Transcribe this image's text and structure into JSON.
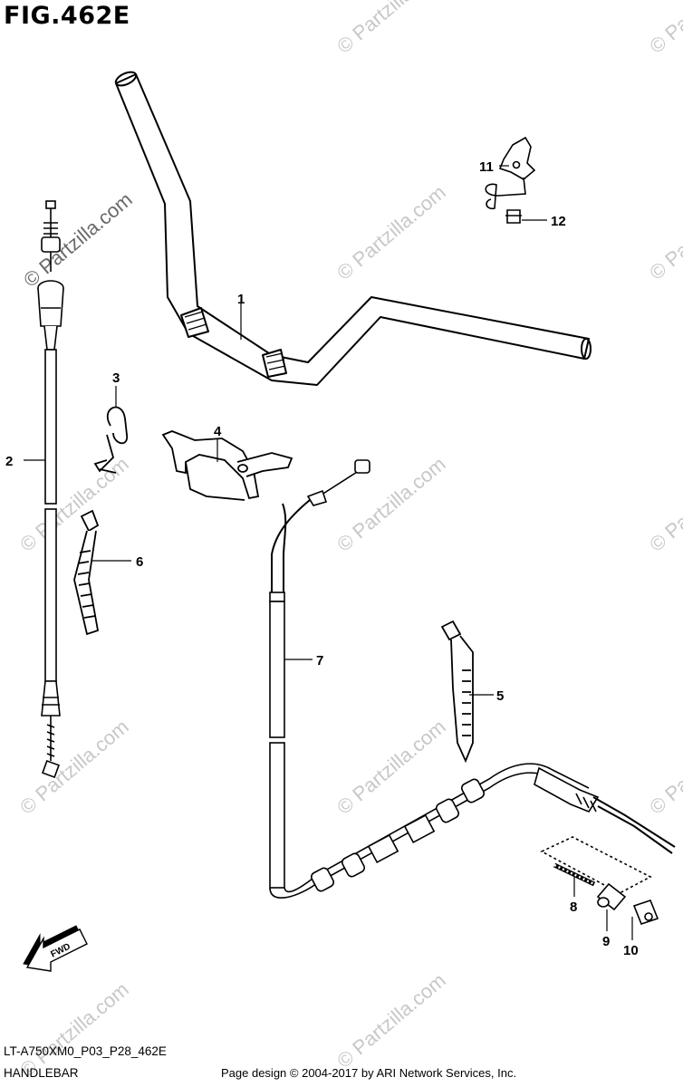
{
  "figure": {
    "title": "FIG.462E"
  },
  "footer": {
    "model_code": "LT-A750XM0_P03_P28_462E",
    "section_name": "HANDLEBAR",
    "copyright": "Page design © 2004-2017 by ARI Network Services, Inc."
  },
  "watermark": {
    "text": "© Partzilla.com"
  },
  "direction_arrow": {
    "label": "FWD"
  },
  "callouts": [
    {
      "ref": "1"
    },
    {
      "ref": "2"
    },
    {
      "ref": "3"
    },
    {
      "ref": "4"
    },
    {
      "ref": "5"
    },
    {
      "ref": "6"
    },
    {
      "ref": "7"
    },
    {
      "ref": "8"
    },
    {
      "ref": "9"
    },
    {
      "ref": "10"
    },
    {
      "ref": "11"
    },
    {
      "ref": "12"
    }
  ]
}
